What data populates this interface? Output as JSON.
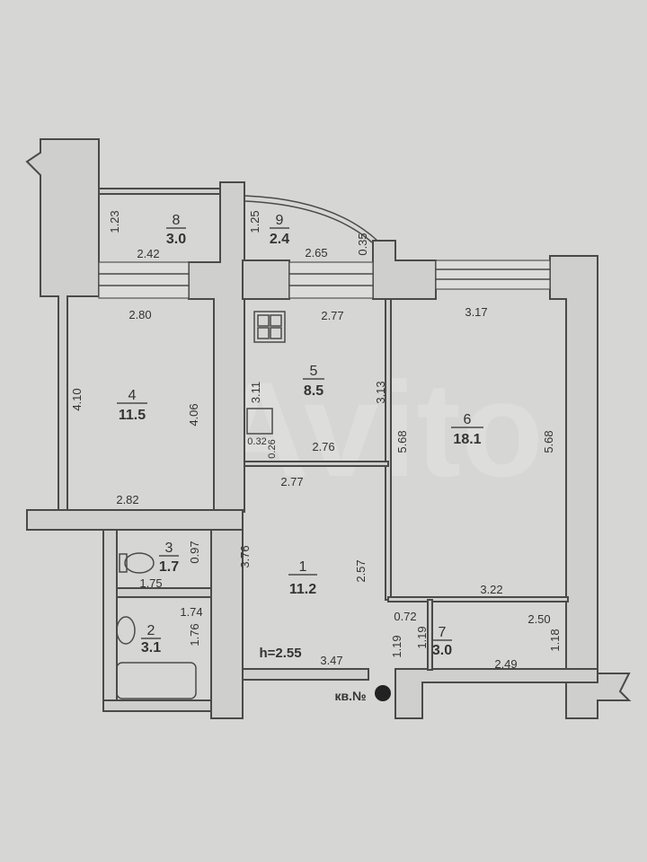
{
  "plan": {
    "watermark": "Avito",
    "ceiling_height": "h=2.55",
    "apartment_label": "кв.№",
    "rooms": [
      {
        "number": "1",
        "area": "11.2"
      },
      {
        "number": "2",
        "area": "3.1"
      },
      {
        "number": "3",
        "area": "1.7"
      },
      {
        "number": "4",
        "area": "11.5"
      },
      {
        "number": "5",
        "area": "8.5"
      },
      {
        "number": "6",
        "area": "18.1"
      },
      {
        "number": "7",
        "area": "3.0"
      },
      {
        "number": "8",
        "area": "3.0"
      },
      {
        "number": "9",
        "area": "2.4"
      }
    ],
    "dimensions": {
      "r8_height": "1.23",
      "r8_width": "2.42",
      "r9_height": "1.25",
      "r9_width": "2.65",
      "r9_edge": "0.35",
      "r4_top": "2.80",
      "r4_left": "4.10",
      "r4_right": "4.06",
      "r4_bottom": "2.82",
      "r5_top": "2.77",
      "r5_left": "3.11",
      "r5_right": "3.13",
      "r5_bottom": "2.76",
      "r5_niche_w": "0.32",
      "r5_niche_h": "0.26",
      "r6_top": "3.17",
      "r6_left": "5.68",
      "r6_right": "5.68",
      "r6_bottom": "3.22",
      "r1_top": "2.77",
      "r1_left": "3.76",
      "r1_right": "2.57",
      "r1_bottom": "3.47",
      "r1_step_w": "0.72",
      "r1_step_h": "1.19",
      "r3_height": "0.97",
      "r3_width": "1.75",
      "r2_width": "1.74",
      "r2_height": "1.76",
      "r7_left": "1.19",
      "r7_top": "2.50",
      "r7_right": "1.18",
      "r7_bottom": "2.49"
    }
  }
}
